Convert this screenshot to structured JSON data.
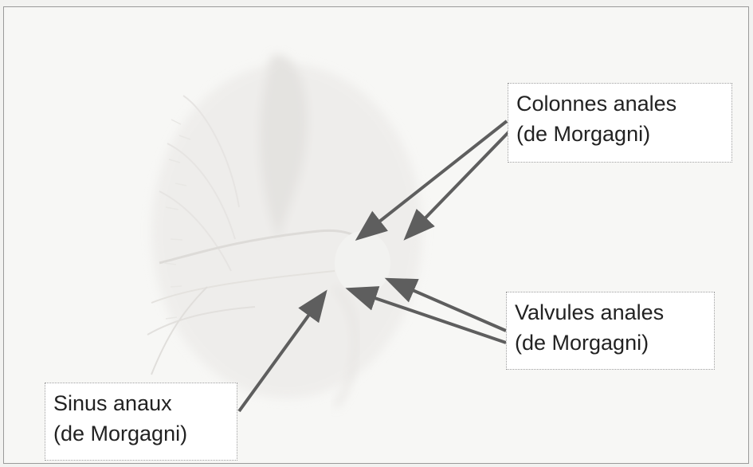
{
  "labels": {
    "colonnes": {
      "line1": "Colonnes anales",
      "line2": "(de Morgagni)"
    },
    "valvules": {
      "line1": "Valvules anales",
      "line2": "(de Morgagni)"
    },
    "sinus": {
      "line1": "Sinus anaux",
      "line2": "(de Morgagni)"
    }
  },
  "colors": {
    "arrow": "#5e5e5e",
    "label_text": "#222222",
    "frame_border": "#9a9a9a"
  }
}
